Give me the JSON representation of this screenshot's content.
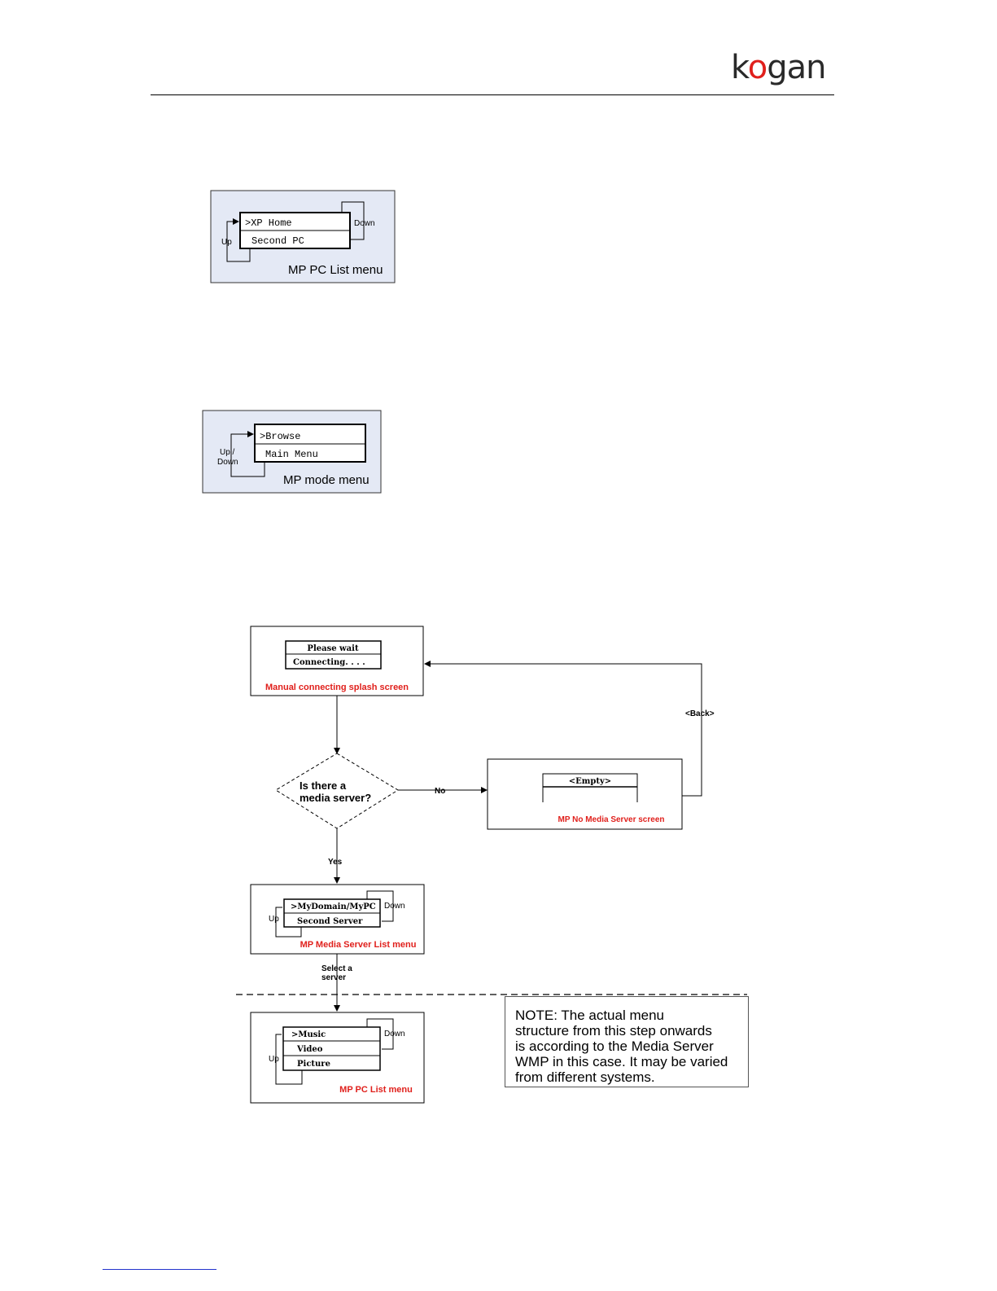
{
  "logo": {
    "text_k": "k",
    "text_o": "o",
    "text_rest": "gan",
    "accent": "#e0201c"
  },
  "diagram1": {
    "caption": "MP PC List menu",
    "item1": ">XP Home",
    "item2": "Second PC",
    "up": "Up",
    "down": "Down",
    "bg": "#e4e9f5"
  },
  "diagram2": {
    "caption": "MP mode menu",
    "item1": ">Browse",
    "item2": "Main Menu",
    "updown_line1": "Up /",
    "updown_line2": "Down"
  },
  "flow": {
    "splash": {
      "line1": "Please wait",
      "line2": "Connecting. . . .",
      "caption": "Manual connecting splash screen"
    },
    "decision": {
      "line1": "Is there a",
      "line2": "media server?"
    },
    "no_label": "No",
    "yes_label": "Yes",
    "back_label": "<Back>",
    "empty_screen": {
      "text": "<Empty>",
      "caption": "MP No Media Server screen"
    },
    "server_list": {
      "item1": ">MyDomain/MyPC",
      "item2": "Second Server",
      "up": "Up",
      "down": "Down",
      "caption": "MP Media Server List menu"
    },
    "select_label_1": "Select a",
    "select_label_2": "server",
    "pc_list": {
      "item1": ">Music",
      "item2": "Video",
      "item3": "Picture",
      "up": "Up",
      "down": "Down",
      "caption": "MP PC List menu"
    },
    "caption_color": "#e0201c"
  },
  "note": {
    "lines": [
      "NOTE: The actual menu",
      "structure from this step onwards",
      "is according to the Media Server",
      "WMP in this case. It may be varied",
      "from different systems."
    ]
  }
}
